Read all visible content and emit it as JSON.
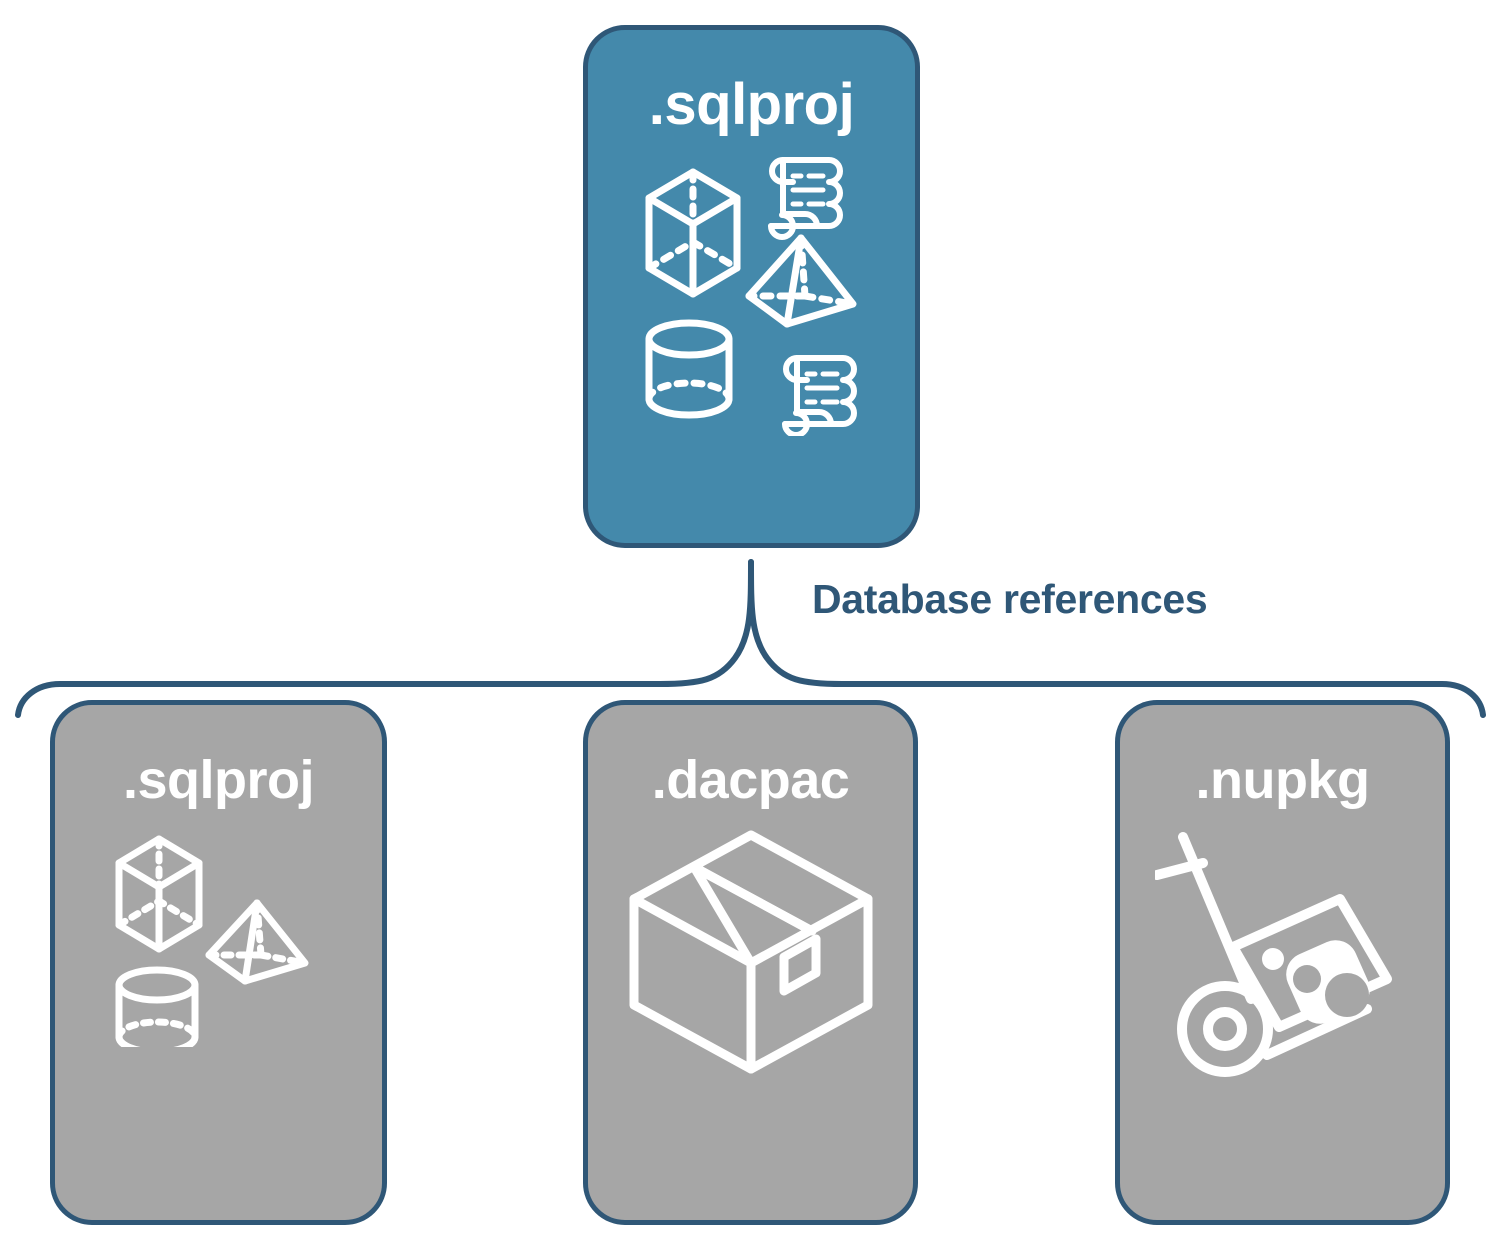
{
  "diagram": {
    "title": "SQL project database references",
    "background_color": "#ffffff",
    "accent_color": "#4489ab",
    "border_color": "#2f5777",
    "neutral_color": "#a6a6a6",
    "icon_color": "#ffffff"
  },
  "top_card": {
    "label": ".sqlproj",
    "fill": "#4489ab",
    "icon_names": [
      "cube-icon",
      "pyramid-icon",
      "cylinder-icon",
      "scroll-icon",
      "scroll-icon"
    ]
  },
  "connector": {
    "label": "Database references",
    "color": "#2f5777",
    "style": "curly-bracket"
  },
  "reference_cards": [
    {
      "label": ".sqlproj",
      "fill": "#a6a6a6",
      "icon_name": "database-objects-icon",
      "icon_names": [
        "cube-icon",
        "pyramid-icon",
        "cylinder-icon"
      ]
    },
    {
      "label": ".dacpac",
      "fill": "#a6a6a6",
      "icon_name": "package-box-icon",
      "icon_names": [
        "shipping-box-icon"
      ]
    },
    {
      "label": ".nupkg",
      "fill": "#a6a6a6",
      "icon_name": "hand-truck-package-icon",
      "icon_names": [
        "hand-truck-icon",
        "nuget-package-icon"
      ]
    }
  ]
}
